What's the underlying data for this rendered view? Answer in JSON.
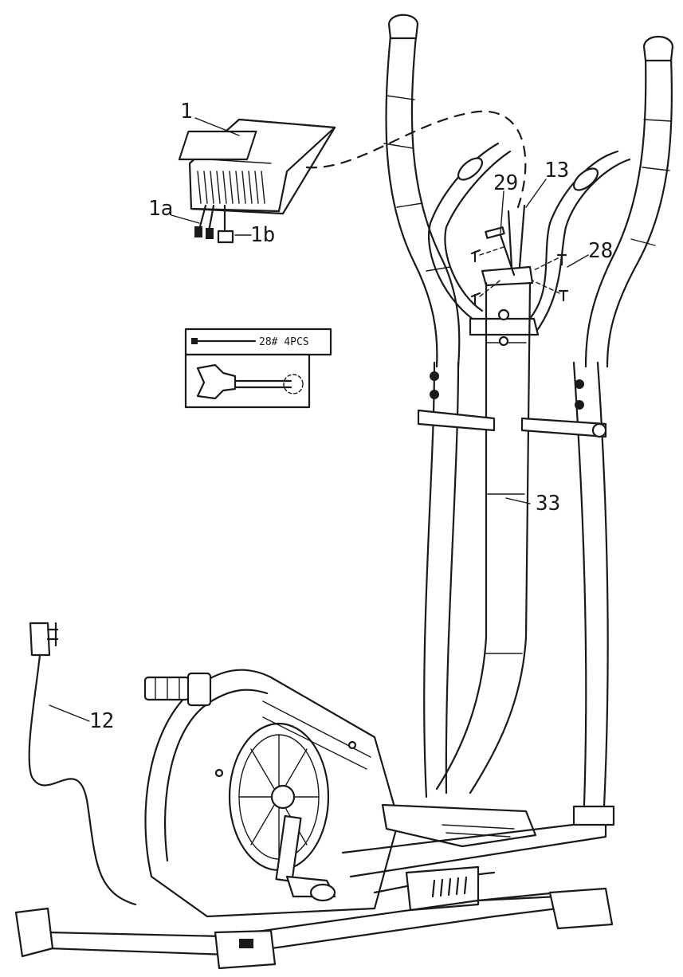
{
  "callouts": {
    "c1": "1",
    "c1a": "1a",
    "c1b": "1b",
    "c29": "29",
    "c13": "13",
    "c28": "28",
    "c33": "33",
    "c12": "12"
  },
  "inset": {
    "text": "28# 4PCS"
  }
}
